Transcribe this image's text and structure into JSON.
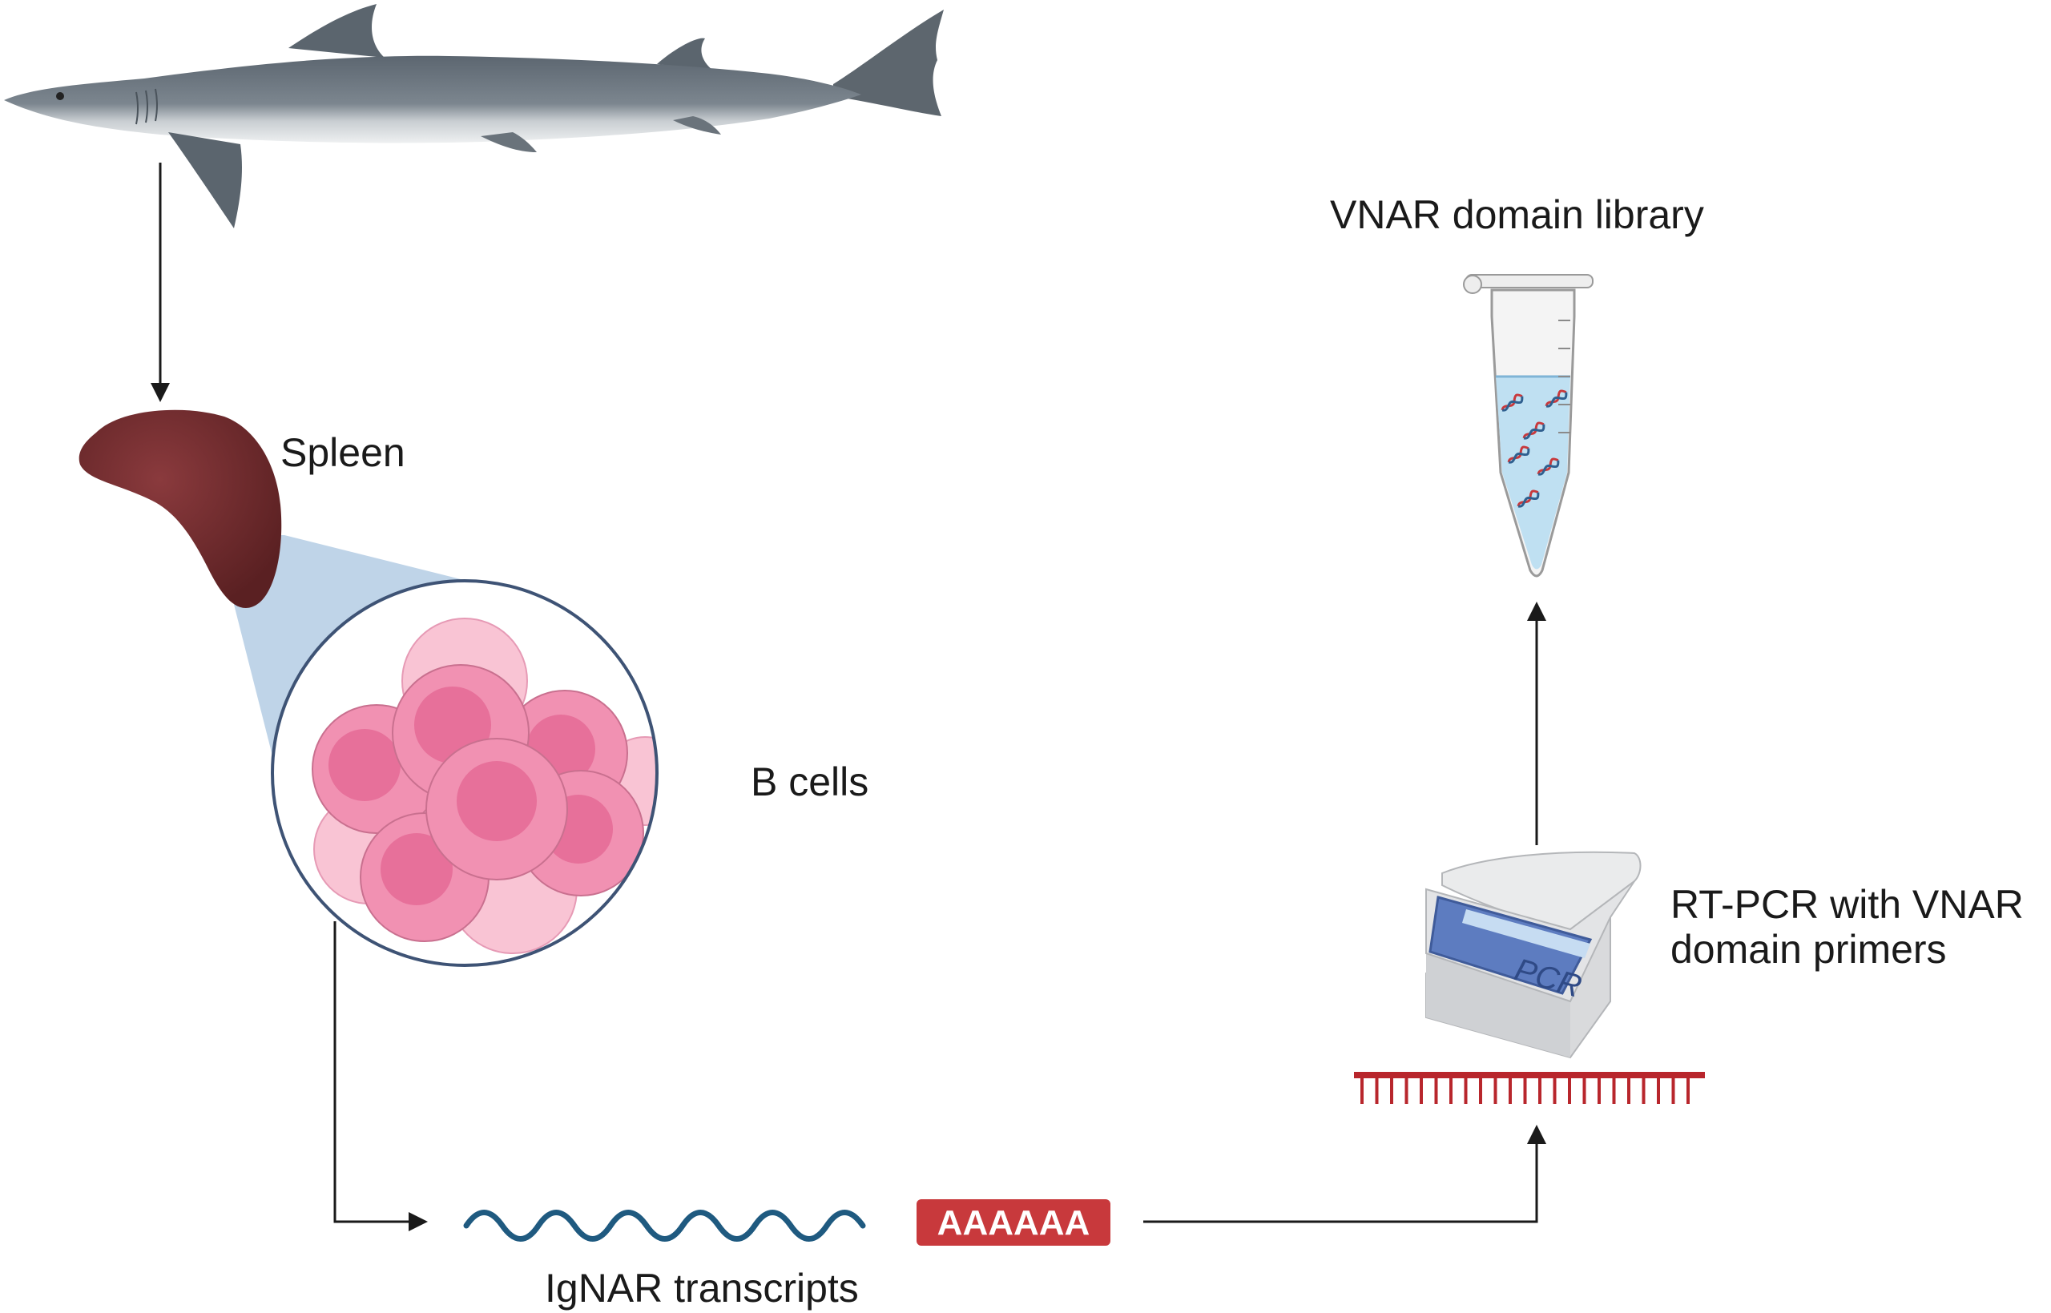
{
  "labels": {
    "spleen": "Spleen",
    "b_cells": "B cells",
    "vnar_library": "VNAR domain library",
    "rt_pcr_line1": "RT-PCR with VNAR",
    "rt_pcr_line2": "domain primers",
    "ignar_transcripts": "IgNAR transcripts"
  },
  "polya_tag": "AAAAAA",
  "pcr_screen_text": "PCR",
  "colors": {
    "arrow": "#1a1a1a",
    "shark_body": "#6f7880",
    "spleen": "#6e2a2d",
    "zoom_cone": "#a9c6e0",
    "circle_border": "#3e5375",
    "b_cell": "#f08fb0",
    "rna_strand": "#1f5a80",
    "polya_box": "#c8393c",
    "primer": "#b8262c",
    "tube_liquid": "#bfe0f2",
    "pcr_panel": "#5d7cc0"
  }
}
